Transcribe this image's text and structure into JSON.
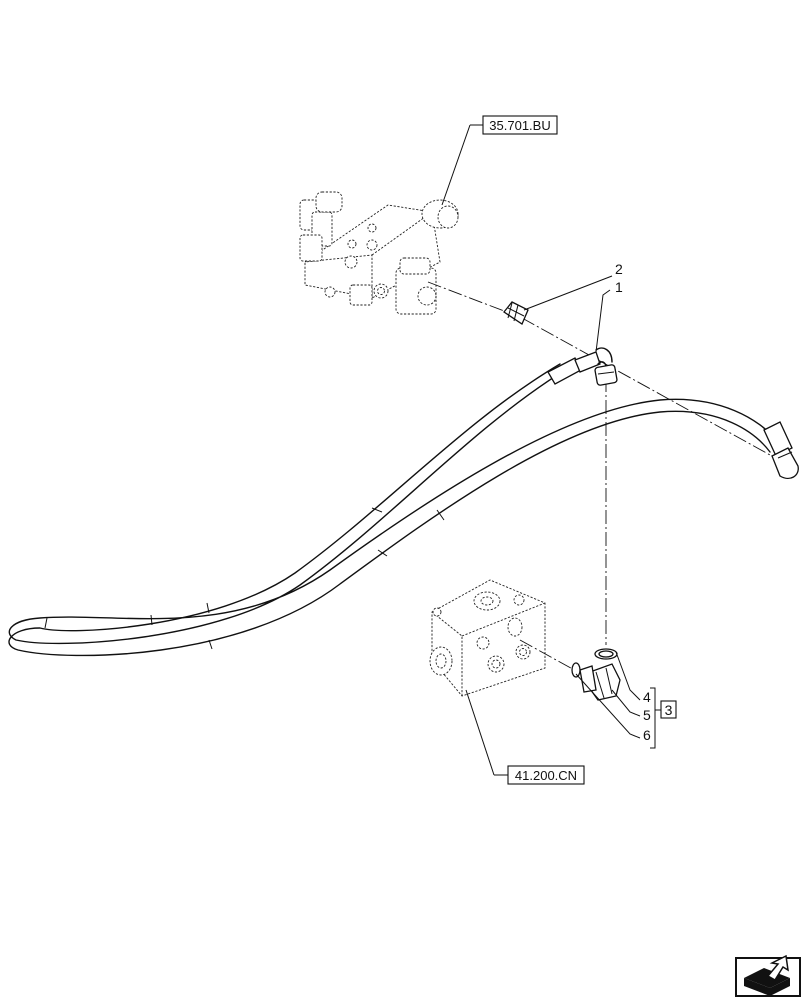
{
  "references": {
    "upper_valve": "35.701.BU",
    "lower_block": "41.200.CN"
  },
  "callouts": {
    "item_1": "1",
    "item_2": "2",
    "item_3": "3",
    "item_4": "4",
    "item_5": "5",
    "item_6": "6"
  },
  "icons": {
    "corner": "next-page-arrow-icon"
  }
}
